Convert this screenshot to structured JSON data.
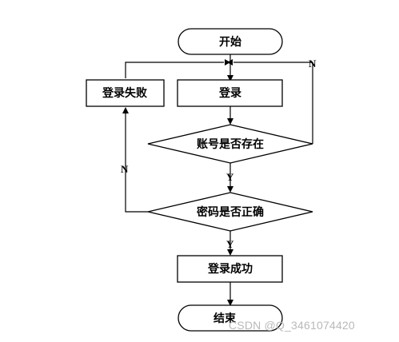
{
  "nodes": {
    "start": {
      "label": "开始"
    },
    "login": {
      "label": "登录"
    },
    "login_failed": {
      "label": "登录失败"
    },
    "account_check": {
      "label": "账号是否存在"
    },
    "password_check": {
      "label": "密码是否正确"
    },
    "login_success": {
      "label": "登录成功"
    },
    "end": {
      "label": "结束"
    }
  },
  "branches": {
    "account_no": "N",
    "account_yes": "Y",
    "password_no": "N",
    "password_yes": "Y"
  },
  "watermark": {
    "text": "CSDN @Q_3461074420"
  }
}
